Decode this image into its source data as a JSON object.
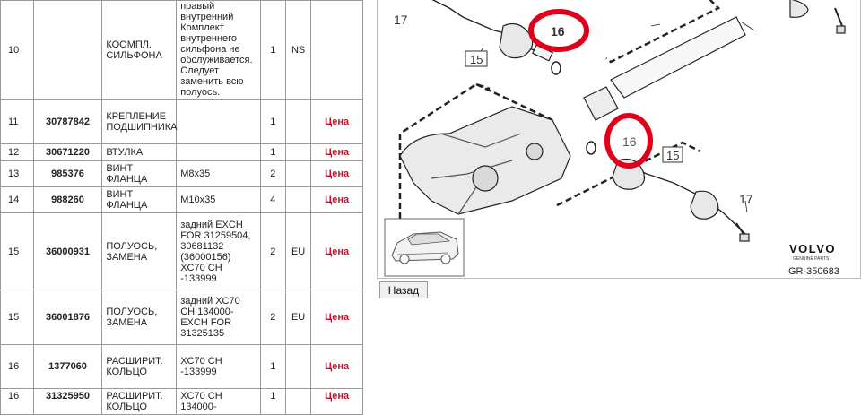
{
  "rows": [
    {
      "pos": "10",
      "article": "",
      "name": "КООМПЛ. СИЛЬФОНА",
      "note": "правый внутренний Комплект внутреннего сильфона не обслуживается. Следует заменить всю полуось.",
      "qty": "1",
      "code": "NS",
      "price": ""
    },
    {
      "pos": "11",
      "article": "30787842",
      "name": "КРЕПЛЕНИЕ ПОДШИПНИКА",
      "note": "",
      "qty": "1",
      "code": "",
      "price": "Цена"
    },
    {
      "pos": "12",
      "article": "30671220",
      "name": "ВТУЛКА",
      "note": "",
      "qty": "1",
      "code": "",
      "price": "Цена"
    },
    {
      "pos": "13",
      "article": "985376",
      "name": "ВИНТ ФЛАНЦА",
      "note": "M8x35",
      "qty": "2",
      "code": "",
      "price": "Цена"
    },
    {
      "pos": "14",
      "article": "988260",
      "name": "ВИНТ ФЛАНЦА",
      "note": "M10x35",
      "qty": "4",
      "code": "",
      "price": "Цена"
    },
    {
      "pos": "15",
      "article": "36000931",
      "name": "ПОЛУОСЬ, ЗАМЕНА",
      "note": "задний EXCH FOR 31259504, 30681132 (36000156) XC70 CH -133999",
      "qty": "2",
      "code": "EU",
      "price": "Цена"
    },
    {
      "pos": "15",
      "article": "36001876",
      "name": "ПОЛУОСЬ, ЗАМЕНА",
      "note": "задний XC70 CH 134000- EXCH FOR 31325135",
      "qty": "2",
      "code": "EU",
      "price": "Цена"
    },
    {
      "pos": "16",
      "article": "1377060",
      "name": "РАСШИРИТ. КОЛЬЦО",
      "note": "XC70 CH -133999",
      "qty": "1",
      "code": "",
      "price": "Цена"
    },
    {
      "pos": "16",
      "article": "31325950",
      "name": "РАСШИРИТ. КОЛЬЦО",
      "note": "XC70 CH 134000-",
      "qty": "1",
      "code": "",
      "price": "Цена"
    }
  ],
  "diagram": {
    "callouts": {
      "c17_top": "17",
      "c16_top": "16",
      "c15_top": "15",
      "c16_mid": "16",
      "c15_right": "15",
      "c17_right": "17"
    },
    "brand": "VOLVO",
    "brand_sub": "GENUINE PARTS",
    "ref_code": "GR-350683",
    "highlight_color": "#e0001a"
  },
  "back_button_label": "Назад"
}
